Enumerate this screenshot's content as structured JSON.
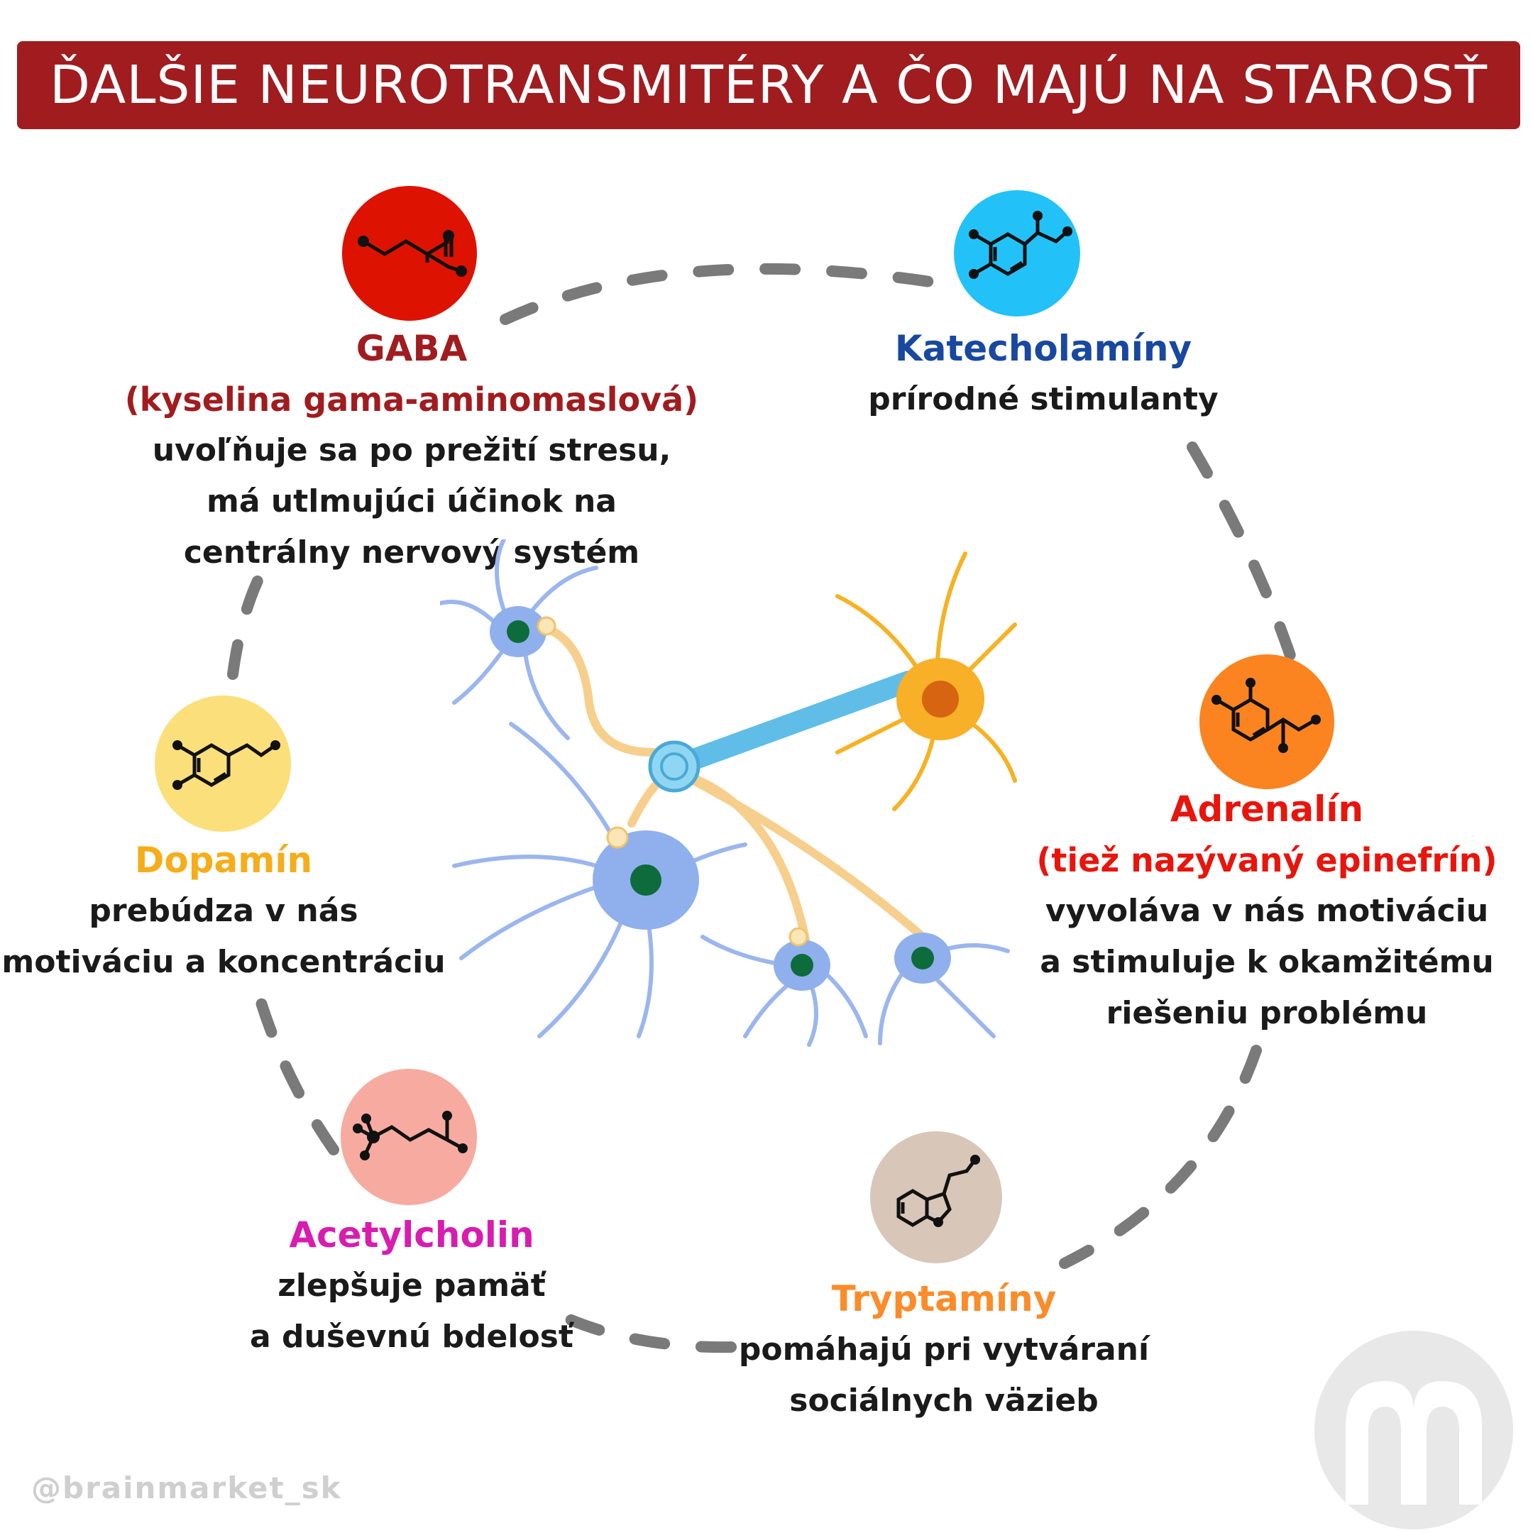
{
  "header": {
    "title": "ĎALŠIE NEUROTRANSMITÉRY A ČO MAJÚ NA STAROSŤ",
    "bg_color": "#a01c1f"
  },
  "neurotransmitters": [
    {
      "name": "GABA",
      "subtitle": "(kyselina gama-aminomaslová)",
      "desc": [
        "uvoľňuje sa po prežití stresu,",
        "má utlmujúci účinok na",
        "centrálny nervový systém"
      ],
      "name_color": "#a01c1f",
      "circle_color": "#dd1200",
      "icon": "gaba-molecule-icon"
    },
    {
      "name": "Katecholamíny",
      "desc": [
        "prírodné stimulanty"
      ],
      "name_color": "#1848a0",
      "circle_color": "#22c2f8",
      "icon": "catecholamine-molecule-icon"
    },
    {
      "name": "Dopamín",
      "desc": [
        "prebúdza v nás",
        "motiváciu a koncentráciu"
      ],
      "name_color": "#f6ad1a",
      "circle_color": "#fbdf7a",
      "icon": "dopamine-molecule-icon"
    },
    {
      "name": "Adrenalín",
      "subtitle": "(tiež nazývaný epinefrín)",
      "desc": [
        "vyvoláva v nás motiváciu",
        "a stimuluje k okamžitému",
        "riešeniu problému"
      ],
      "name_color": "#e8150c",
      "circle_color": "#fb8420",
      "icon": "adrenaline-molecule-icon"
    },
    {
      "name": "Acetylcholin",
      "desc": [
        "zlepšuje pamäť",
        "a duševnú bdelosť"
      ],
      "name_color": "#d81cb0",
      "circle_color": "#f7aba0",
      "icon": "acetylcholine-molecule-icon"
    },
    {
      "name": "Tryptamíny",
      "desc": [
        "pomáhajú pri vytváraní",
        "sociálnych väzieb"
      ],
      "name_color": "#fb8c2a",
      "circle_color": "#d8c7b8",
      "icon": "tryptamine-molecule-icon"
    }
  ],
  "illustration": {
    "icon": "neuron-network-illustration"
  },
  "footer": {
    "handle": "@brainmarket_sk",
    "logo_icon": "brainmarket-logo-icon"
  }
}
